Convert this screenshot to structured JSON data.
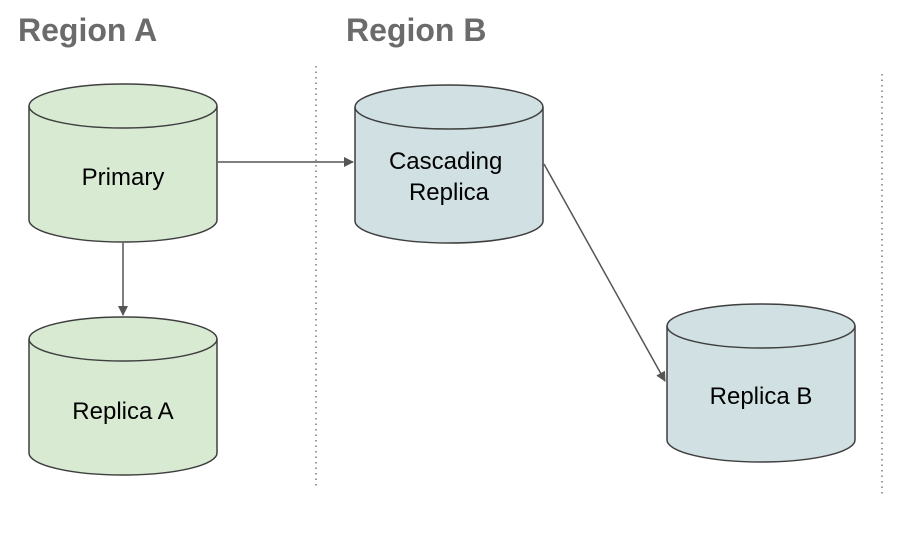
{
  "regions": [
    {
      "title": "Region A"
    },
    {
      "title": "Region B"
    }
  ],
  "nodes": {
    "primary": {
      "label": "Primary",
      "color": "#d9ead3"
    },
    "replica_a": {
      "label": "Replica A",
      "color": "#d9ead3"
    },
    "cascading_replica": {
      "label_lines": [
        "Cascading",
        "Replica"
      ],
      "color": "#d0e0e3"
    },
    "replica_b": {
      "label": "Replica B",
      "color": "#d0e0e3"
    }
  },
  "edges": [
    {
      "from": "Primary",
      "to": "Replica A"
    },
    {
      "from": "Primary",
      "to": "Cascading Replica"
    },
    {
      "from": "Cascading Replica",
      "to": "Replica B"
    }
  ]
}
